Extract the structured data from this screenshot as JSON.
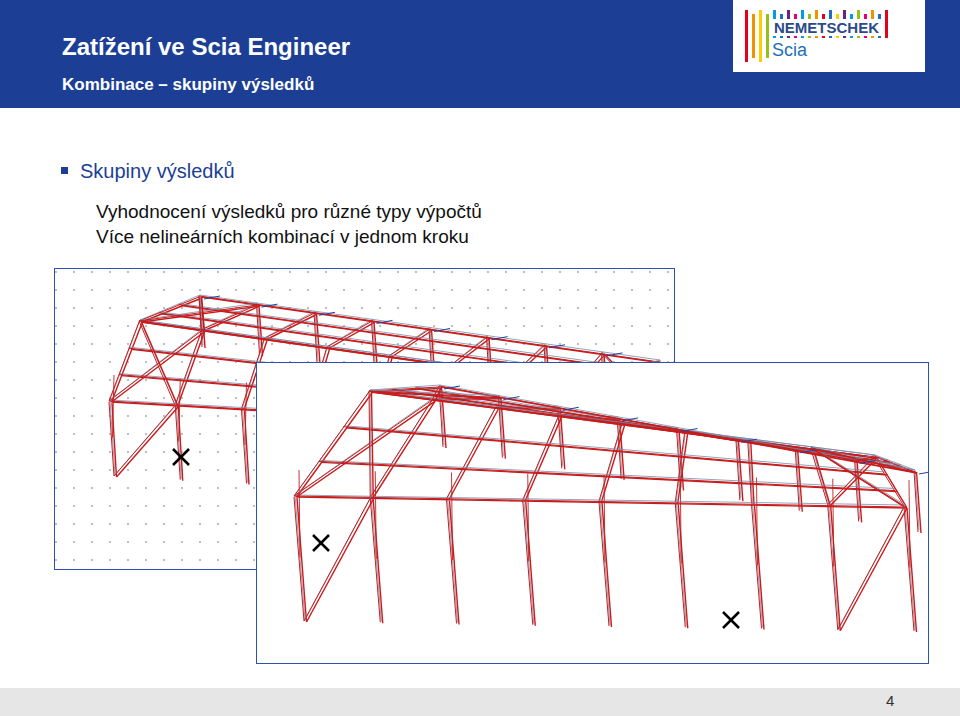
{
  "diagram": {
    "title": "Zatížení ve Scia Engineer",
    "labels": [
      "Kombinace – skupiny výsledků",
      "Skupiny výsledků",
      "Vyhodnocení výsledků pro různé typy výpočtů",
      "Více nelineárních kombinací v jednom kroku",
      "NEMETSCHEK",
      "Scia",
      "4"
    ]
  }
}
